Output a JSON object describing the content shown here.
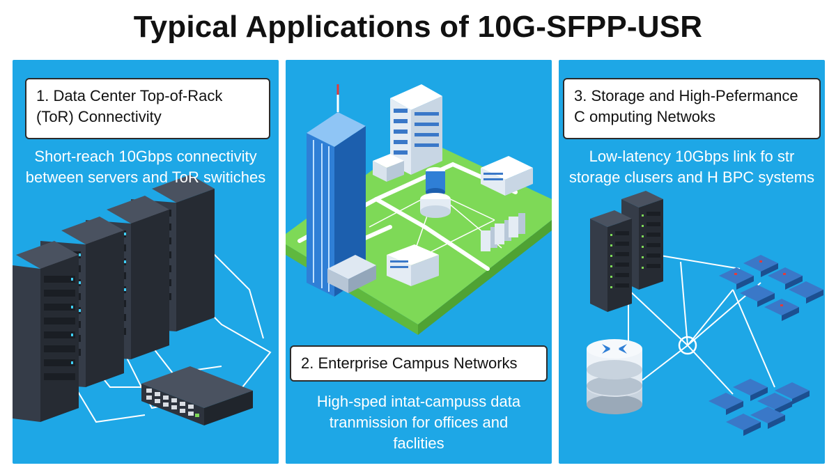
{
  "title": "Typical Applications of 10G-SFPP-USR",
  "panels": [
    {
      "heading_line1": "1. Data Center Top-of-Rack",
      "heading_line2": "(ToR) Connectivity",
      "desc_line1": "Short-reach 10Gbps connectivity",
      "desc_line2": "between servers and ToR switiches"
    },
    {
      "heading": "2. Enterprise Campus Networks",
      "desc_line1": "High-sped intat-campuss data",
      "desc_line2": "tranmission for offices and",
      "desc_line3": "faclities"
    },
    {
      "heading_line1": "3. Storage and High-Pefermance",
      "heading_line2": "C omputing Netwoks",
      "desc_line1": "Low-latency 10Gbps link fo str",
      "desc_line2": "storage clusers and H BPC systems"
    }
  ],
  "colors": {
    "panel_bg": "#1ea7e6",
    "rack": "#2f3540",
    "ground": "#7ed957",
    "building": "#2f7fd6",
    "title": "#111111"
  },
  "icons": [
    "server-rack-icon",
    "network-switch-icon",
    "office-building-icon",
    "database-cylinder-icon",
    "storage-module-icon",
    "router-icon"
  ]
}
